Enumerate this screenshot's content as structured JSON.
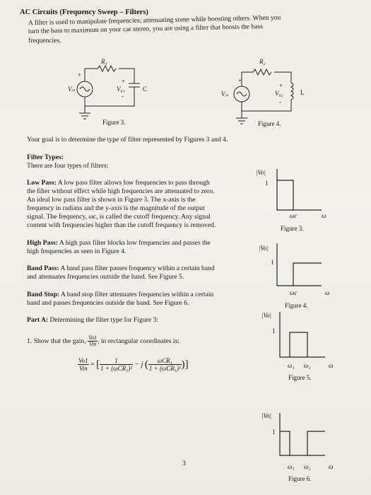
{
  "header": {
    "title": "AC Circuits (Frequency Sweep – Filters)",
    "intro_lines": [
      "A filter is used to manipulate frequencies; attenuating some while boosting others. When you",
      "turn the bass to maximum on your car stereo, you are using a filter that boosts the bass",
      "frequencies."
    ]
  },
  "figure3": {
    "caption": "Figure 3.",
    "r_label": "R₁",
    "vin_label": "Vᵢₙ",
    "vo_label": "V₀₁",
    "c_label": "C",
    "plus": "+",
    "minus": "-"
  },
  "figure4": {
    "caption": "Figure 4.",
    "r_label": "R₂",
    "vin_label": "Vᵢₙ",
    "vo_label": "V₀₂",
    "l_label": "L",
    "plus": "+",
    "minus": "-"
  },
  "goal": "Your goal is to determine the type of filter represented by Figures 3 and 4.",
  "filter_types": {
    "heading": "Filter Types:",
    "subheading": "There are four types of filters:",
    "low_pass": {
      "label": "Low Pass:",
      "lines": [
        " A low pass filter allows low frequencies to pass through",
        "the filter without effect while high frequencies are attenuated to zero.",
        "An ideal low pass filter is shown in Figure 3. The x-axis is the",
        "frequency in radians and the y-axis is the magnitude of the output",
        "signal. The frequency, ωc, is called the cutoff frequency. Any signal",
        "content with frequencies higher than the cutoff frequency is removed."
      ]
    },
    "high_pass": {
      "label": "High Pass:",
      "lines": [
        " A high pass filter blocks low frequencies and passes the",
        "high frequencies as seen in Figure 4."
      ]
    },
    "band_pass": {
      "label": "Band Pass:",
      "lines": [
        " A band pass filter passes frequency within a certain band",
        "and attenuates frequencies outside the band. See Figure 5."
      ]
    },
    "band_stop": {
      "label": "Band Stop:",
      "lines": [
        " A band stop filter attenuates frequencies within a certain",
        "band and passes frequencies outside the band. See Figure 6."
      ]
    }
  },
  "part_a": {
    "label": "Part A:",
    "text": " Determining the filter type for Figure 3:",
    "q1_prefix": "1.  Show that the gain,",
    "q1_suffix": ", in rectangular coordinates is:",
    "frac_num": "Vo1",
    "frac_den": "Vin",
    "eq_lhs_num": "Vo1",
    "eq_lhs_den": "Vin",
    "eq_eq": "=",
    "eq_t1_num": "1",
    "eq_t1_den": "1 + (ωCR₁)²",
    "eq_mid": "− j",
    "eq_t2_num": "ωCR₁",
    "eq_t2_den": "1 + (ωCR₁)²"
  },
  "graphs": {
    "fig3": {
      "ylabel": "|Vo|",
      "one": "1",
      "wc": "ωc",
      "w": "ω",
      "caption": "Figure 3."
    },
    "fig4": {
      "ylabel": "|Vo|",
      "one": "1",
      "wc": "ωc",
      "w": "ω",
      "caption": "Figure 4."
    },
    "fig5": {
      "ylabel": "|Vo|",
      "one": "1",
      "w1": "ω₁",
      "w2": "ω₂",
      "w": "ω",
      "caption": "Figure 5."
    },
    "fig6": {
      "ylabel": "|Vo|",
      "one": "1",
      "w1": "ω₁",
      "w2": "ω₂",
      "w": "ω",
      "caption": "Figure 6."
    }
  },
  "page_number": "3"
}
